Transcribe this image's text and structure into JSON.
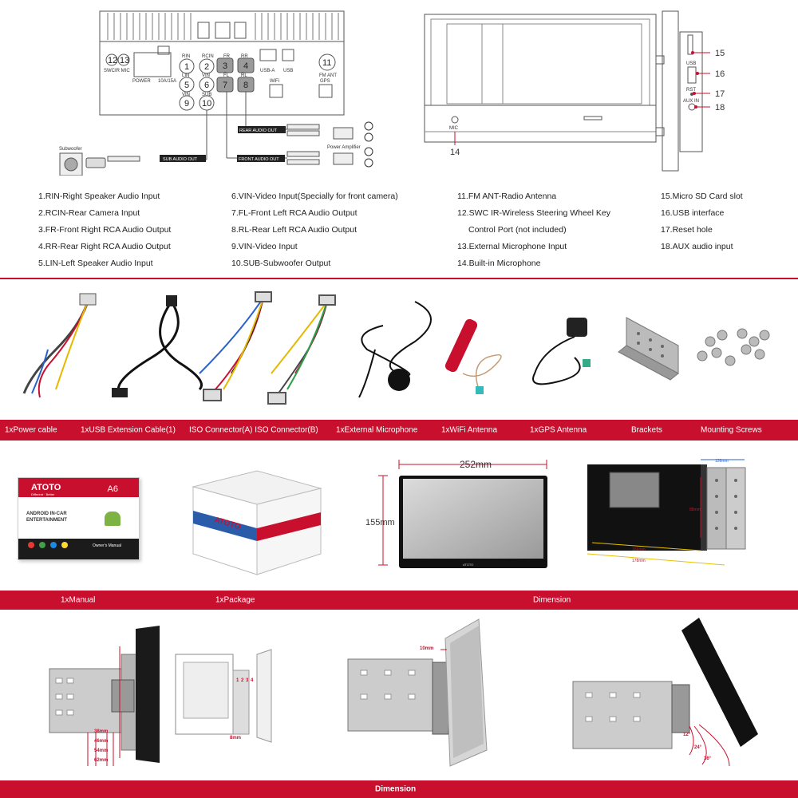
{
  "wiring": {
    "pins": {
      "p1": "1",
      "p2": "2",
      "p3": "3",
      "p4": "4",
      "p5": "5",
      "p6": "6",
      "p7": "7",
      "p8": "8",
      "p9": "9",
      "p10": "10",
      "p11": "11",
      "p12": "12",
      "p13": "13"
    },
    "labels": {
      "rin": "RIN",
      "rcin": "RCIN",
      "fr": "FR",
      "rr": "RR",
      "lin": "LIN",
      "vin": "VIN",
      "fl": "FL",
      "rl": "RL",
      "vin2": "VIN",
      "sub": "SUB",
      "swcir_mic": "SWCIR MIC",
      "power": "POWER",
      "fuse": "10A/15A",
      "usb_a": "USB-A",
      "usb": "USB",
      "wifi": "WiFi",
      "gps": "GPS",
      "fm_ant": "FM ANT",
      "rear_audio_out": "REAR AUDIO OUT",
      "front_audio_out": "FRONT AUDIO OUT",
      "sub_audio_out": "SUB AUDIO OUT",
      "subwoofer": "Subwoofer",
      "power_amplifier": "Power Amplifier"
    }
  },
  "side_view": {
    "callouts": {
      "c14": "14",
      "c15": "15",
      "c16": "16",
      "c17": "17",
      "c18": "18"
    },
    "labels": {
      "mic": "MIC",
      "usb": "USB",
      "rst": "RST",
      "aux_in": "AUX IN"
    }
  },
  "legend": {
    "col1": [
      "1.RIN-Right Speaker Audio Input",
      "2.RCIN-Rear Camera Input",
      "3.FR-Front Right RCA Audio Output",
      "4.RR-Rear Right RCA Audio Output",
      "5.LIN-Left Speaker Audio Input"
    ],
    "col2": [
      "6.VIN-Video Input(Specially for front camera)",
      "7.FL-Front Left RCA Audio Output",
      "8.RL-Rear Left RCA Audio Output",
      "9.VIN-Video Input",
      "10.SUB-Subwoofer Output"
    ],
    "col3": [
      "11.FM ANT-Radio Antenna",
      "12.SWC IR-Wireless Steering Wheel Key",
      "Control Port (not included)",
      "13.External Microphone Input",
      "14.Built-in Microphone"
    ],
    "col4": [
      "15.Micro SD Card slot",
      "16.USB interface",
      "17.Reset hole",
      "18.AUX audio input"
    ]
  },
  "accessories": [
    "1xPower cable",
    "1xUSB Extension Cable(1)",
    "ISO Connector(A) ISO Connector(B)",
    "1xExternal Microphone",
    "1xWiFi Antenna",
    "1xGPS Antenna",
    "Brackets",
    "Mounting Screws"
  ],
  "package": {
    "manual_brand": "ATOTO",
    "manual_model": "A6",
    "manual_tagline": "Different · Better",
    "manual_title_1": "ANDROID IN-CAR",
    "manual_title_2": "ENTERTAINMENT",
    "manual_footer": "Owner's Manual",
    "box_brand": "ATOTO",
    "screen_brand": "ATOTO",
    "width": "252mm",
    "height": "155mm",
    "unit_width_top": "126mm",
    "unit_height": "88mm",
    "unit_depth_1": "166mm",
    "unit_depth_2": "178mm"
  },
  "band2": {
    "manual": "1xManual",
    "package": "1xPackage",
    "dimension": "Dimension"
  },
  "mounting": {
    "d38": "38mm",
    "d46": "46mm",
    "d54": "54mm",
    "d62": "62mm",
    "d8": "8mm",
    "d10": "10mm",
    "a12": "12°",
    "a24": "24°",
    "a36": "36°",
    "r1": "1",
    "r2": "2",
    "r3": "3",
    "r4": "4"
  },
  "band3": {
    "dimension": "Dimension"
  },
  "colors": {
    "accent": "#c8102e",
    "connector_gray": "#9a9a9a"
  }
}
